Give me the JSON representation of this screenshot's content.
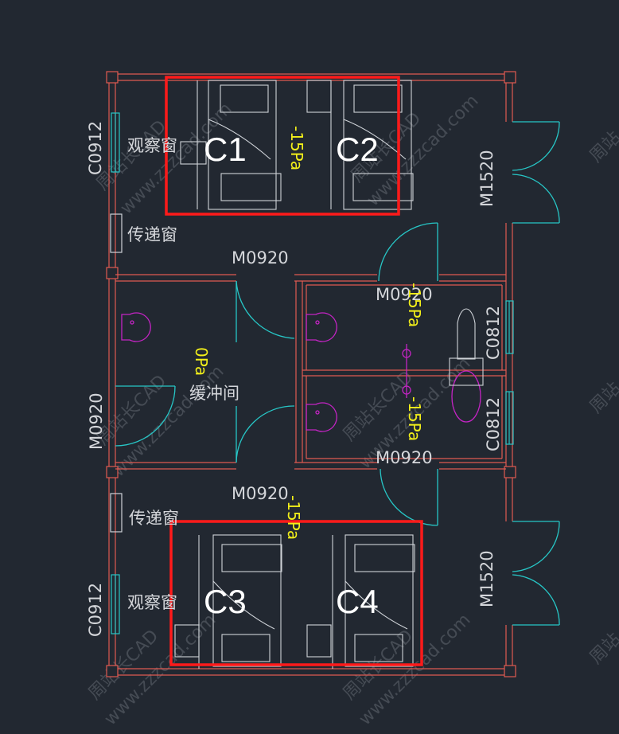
{
  "rooms": [
    {
      "id": "C1",
      "label": "C1"
    },
    {
      "id": "C2",
      "label": "C2"
    },
    {
      "id": "C3",
      "label": "C3"
    },
    {
      "id": "C4",
      "label": "C4"
    }
  ],
  "room_labels": {
    "buffer": "缓冲间",
    "observe_top": "观察窗",
    "pass_top": "传递窗",
    "pass_bottom": "传递窗",
    "observe_bottom": "观察窗"
  },
  "door_codes": {
    "top_corridor": "M0920",
    "right_top": "M1520",
    "wc_top": "M0920",
    "left_buffer": "M0920",
    "wc_bottom": "M0920",
    "bottom_corridor": "M0920",
    "right_bottom": "M1520"
  },
  "window_codes": {
    "left_top": "C0912",
    "wc_top": "C0812",
    "wc_bottom": "C0812",
    "left_bottom": "C0912"
  },
  "pressures": {
    "top": "-15Pa",
    "wc_top": "-15Pa",
    "buffer": "0Pa",
    "wc_bottom": "-15Pa",
    "bottom": "-15Pa"
  },
  "watermark": {
    "brand": "周站长CAD",
    "site": "www.zzzcad.com",
    "mark": "周站"
  },
  "colors": {
    "background": "#222831",
    "wall": "#e05a52",
    "door_window": "#27c6c6",
    "fixture": "#c424c4",
    "highlight": "#ff1a1a",
    "pressure_text": "#f2ef1a"
  }
}
